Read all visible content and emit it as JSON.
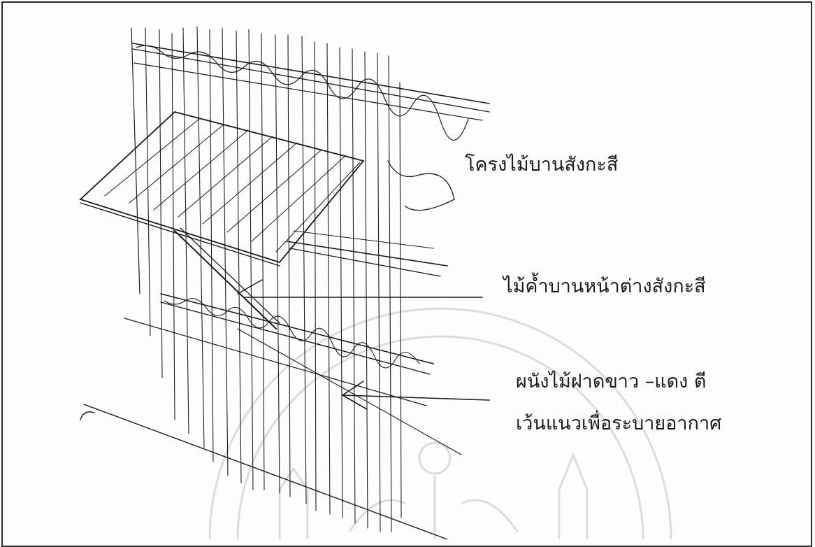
{
  "labels": {
    "roof": "โครงไม้บานสังกะสี",
    "prop": "ไม้ค้ำบานหน้าต่างสังกะสี",
    "wall_line1": "ผนังไม้ฝาดขาว –แดง ตี",
    "wall_line2": "เว้นแนวเพื่อระบายอากาศ"
  },
  "colors": {
    "ink": "#1c1c1c",
    "watermark": "#d9d9d9"
  }
}
